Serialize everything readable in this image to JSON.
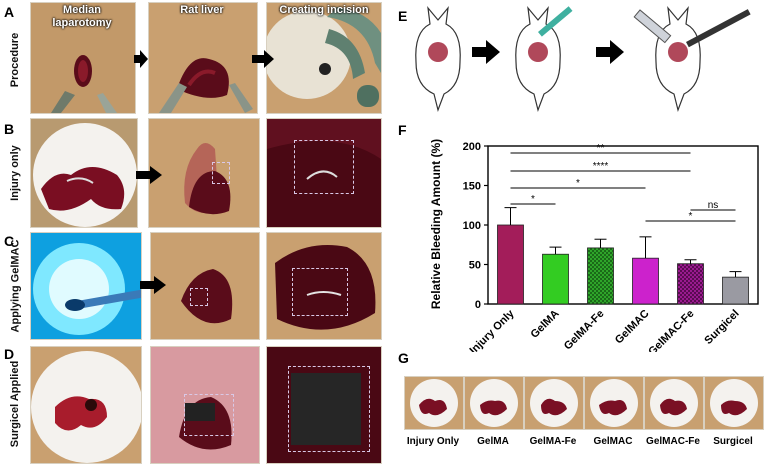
{
  "panels": {
    "A": "A",
    "B": "B",
    "C": "C",
    "D": "D",
    "E": "E",
    "F": "F",
    "G": "G"
  },
  "rows": [
    "Procedure",
    "Injury only",
    "Applying GelMAC",
    "Surgicel  Applied"
  ],
  "columns": [
    "Median\nlaparotomy",
    "Rat liver",
    "Creating incision"
  ],
  "colors": {
    "injury": "#a31d5a",
    "gelma": "#33cc22",
    "gelmafe": "#2fa52a",
    "gelmac": "#cc22cc",
    "gelmacfe": "#9a1a8f",
    "surgicel": "#9a9aa2",
    "tissue": "#c9a070",
    "liver": "#5a0c1a"
  },
  "chart_data": {
    "type": "bar",
    "ylabel": "Relative Bleeding Amount (%)",
    "ylim": [
      0,
      200
    ],
    "yticks": [
      "0",
      "50",
      "100",
      "150",
      "200"
    ],
    "categories": [
      "Injury Only",
      "GelMA",
      "GelMA-Fe",
      "GelMAC",
      "GelMAC-Fe",
      "Surgicel"
    ],
    "values": [
      100,
      63,
      71,
      58,
      51,
      34
    ],
    "errors": [
      22,
      9,
      11,
      27,
      5,
      7
    ],
    "patterns": [
      "solid",
      "solid",
      "checker",
      "solid",
      "checker",
      "solid"
    ],
    "significance": [
      {
        "from": 0,
        "to": 1,
        "label": "*"
      },
      {
        "from": 0,
        "to": 3,
        "label": "*"
      },
      {
        "from": 0,
        "to": 4,
        "label": "****"
      },
      {
        "from": 0,
        "to": 4,
        "label": "**"
      },
      {
        "from": 4,
        "to": 5,
        "label": "ns"
      },
      {
        "from": 3,
        "to": 5,
        "label": "*"
      }
    ]
  },
  "g_labels": [
    "Injury Only",
    "GelMA",
    "GelMA-Fe",
    "GelMAC",
    "GelMAC-Fe",
    "Surgicel"
  ]
}
